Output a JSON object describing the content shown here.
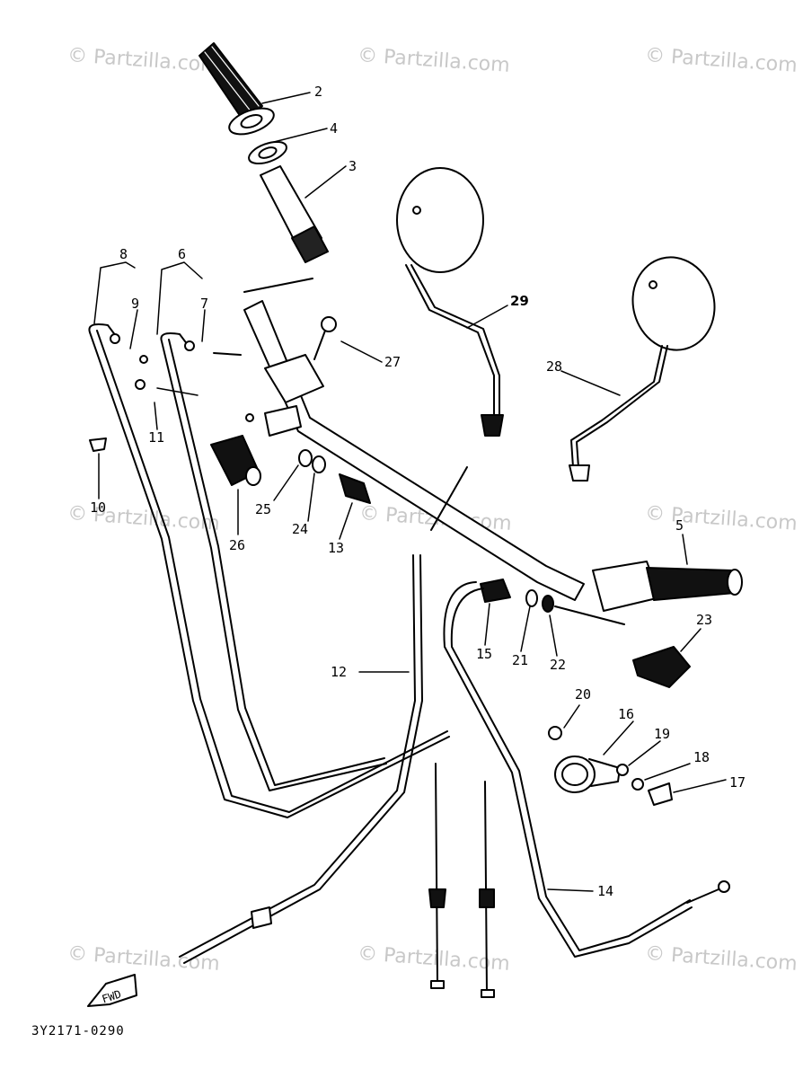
{
  "watermark": "© Partzilla.com",
  "diagram_code": "3Y2171-0290",
  "fwd_label": "FWD",
  "callouts": [
    "2",
    "4",
    "3",
    "29",
    "28",
    "27",
    "8",
    "9",
    "6",
    "7",
    "11",
    "10",
    "26",
    "25",
    "24",
    "13",
    "5",
    "23",
    "15",
    "21",
    "22",
    "12",
    "20",
    "16",
    "19",
    "18",
    "17",
    "14"
  ],
  "colors": {
    "ink": "#000000",
    "watermark": "#c8c8c8",
    "background": "#ffffff"
  }
}
